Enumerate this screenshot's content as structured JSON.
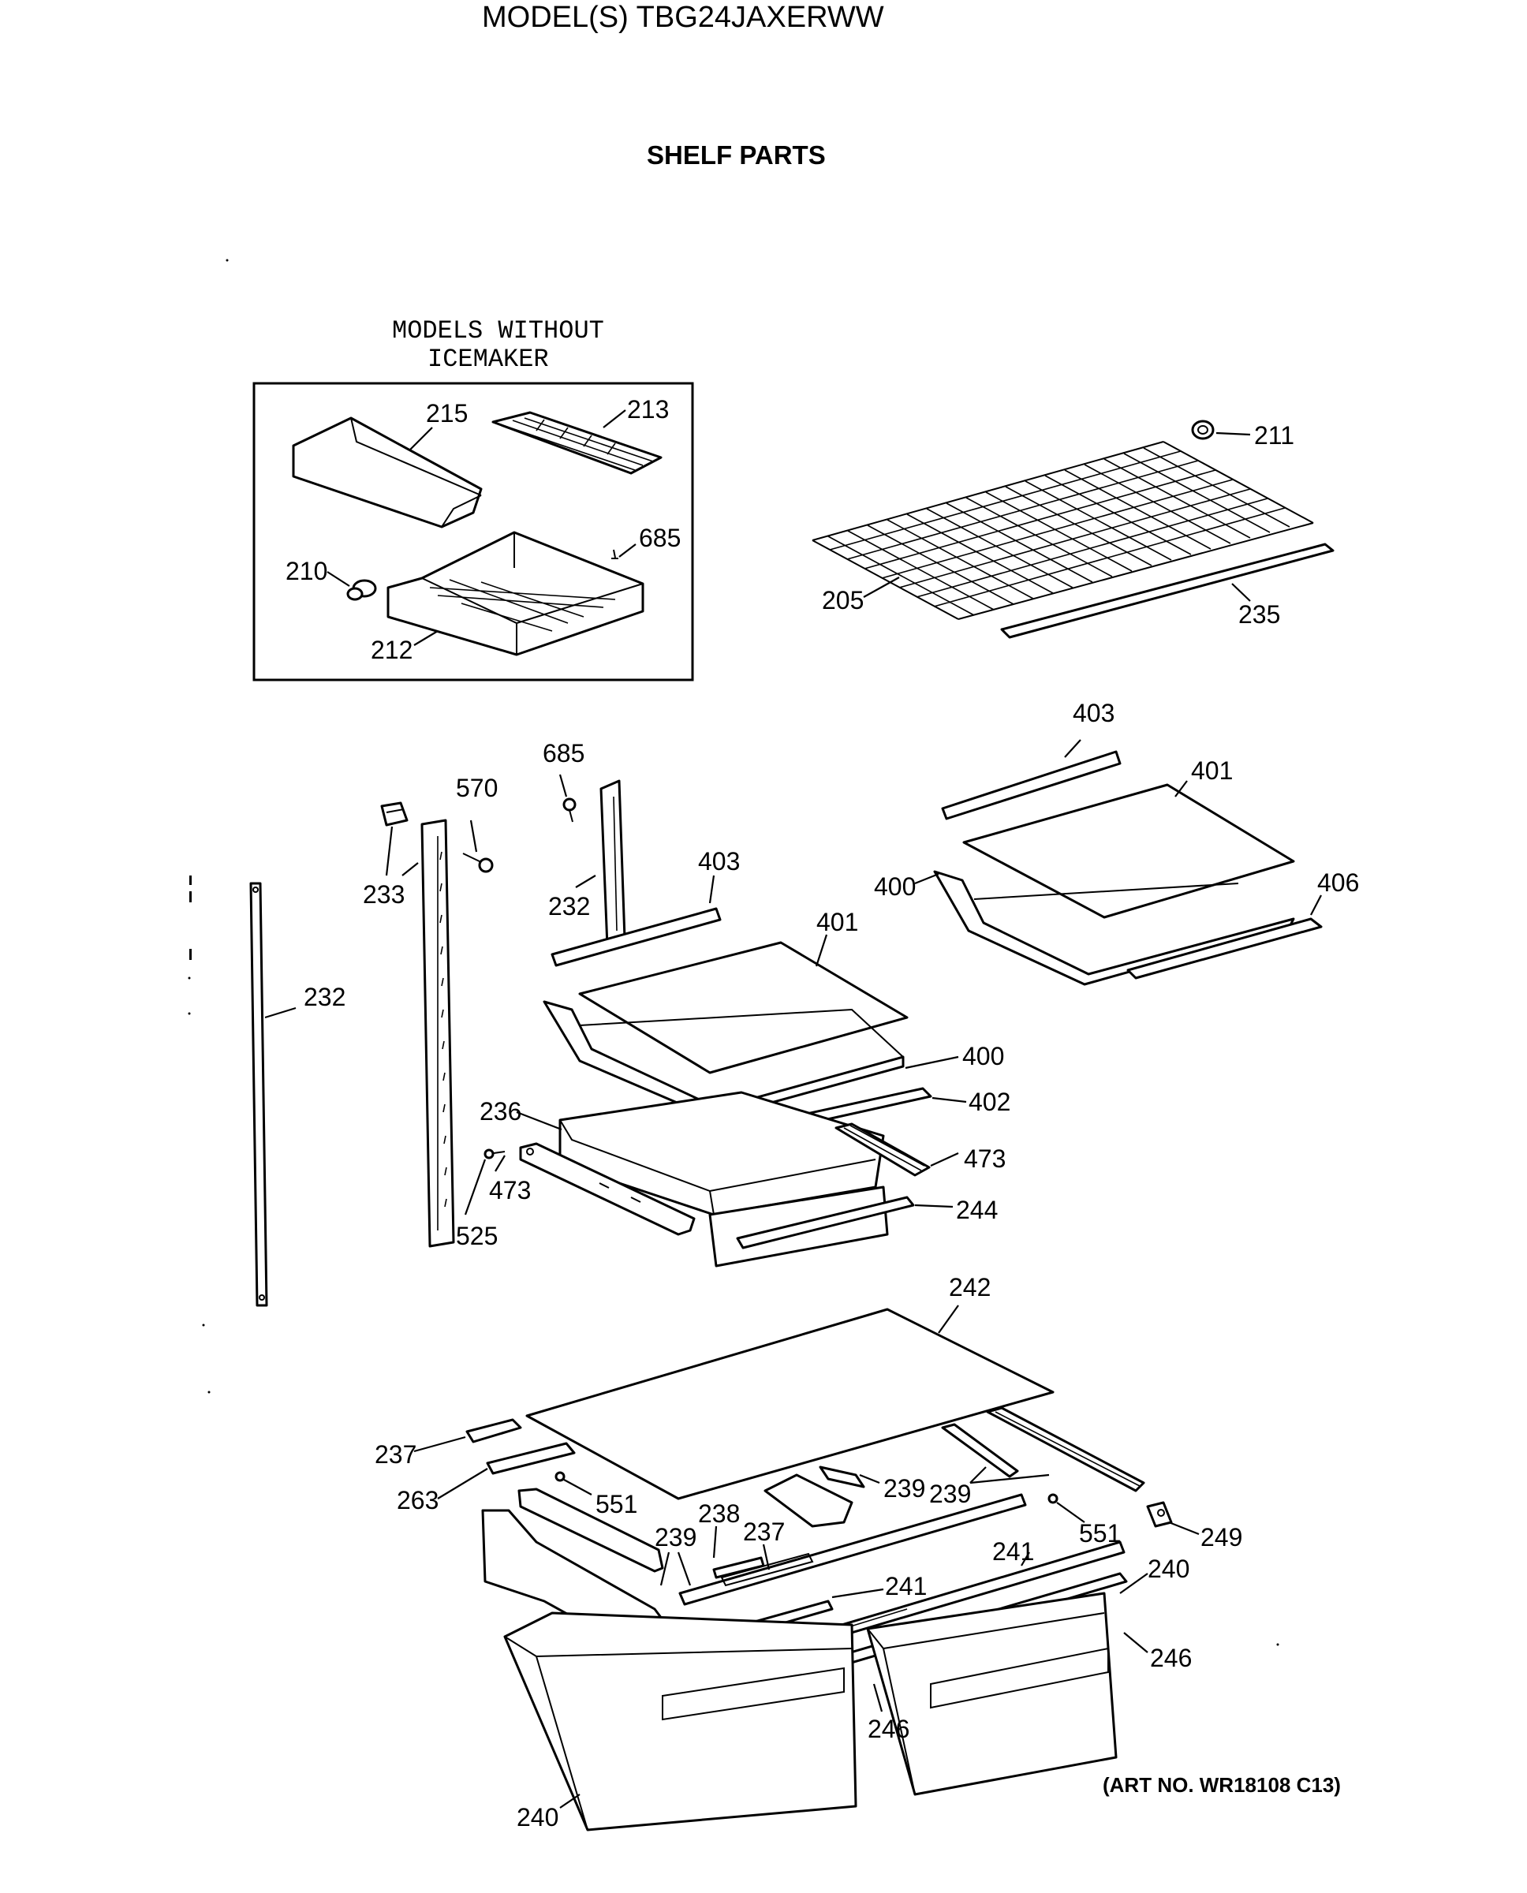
{
  "header": {
    "model_title": "MODEL(S) TBG24JAXERWW",
    "section_title": "SHELF PARTS"
  },
  "inset": {
    "caption_line1": "MODELS WITHOUT",
    "caption_line2": "ICEMAKER"
  },
  "callouts": [
    {
      "id": "c215",
      "label": "215"
    },
    {
      "id": "c213",
      "label": "213"
    },
    {
      "id": "c685a",
      "label": "685"
    },
    {
      "id": "c210",
      "label": "210"
    },
    {
      "id": "c212",
      "label": "212"
    },
    {
      "id": "c211",
      "label": "211"
    },
    {
      "id": "c205",
      "label": "205"
    },
    {
      "id": "c235",
      "label": "235"
    },
    {
      "id": "c403a",
      "label": "403"
    },
    {
      "id": "c401a",
      "label": "401"
    },
    {
      "id": "c400a",
      "label": "400"
    },
    {
      "id": "c406",
      "label": "406"
    },
    {
      "id": "c685b",
      "label": "685"
    },
    {
      "id": "c570",
      "label": "570"
    },
    {
      "id": "c233",
      "label": "233"
    },
    {
      "id": "c232a",
      "label": "232"
    },
    {
      "id": "c403b",
      "label": "403"
    },
    {
      "id": "c401b",
      "label": "401"
    },
    {
      "id": "c232b",
      "label": "232"
    },
    {
      "id": "c400b",
      "label": "400"
    },
    {
      "id": "c402",
      "label": "402"
    },
    {
      "id": "c236",
      "label": "236"
    },
    {
      "id": "c473a",
      "label": "473"
    },
    {
      "id": "c473b",
      "label": "473"
    },
    {
      "id": "c244",
      "label": "244"
    },
    {
      "id": "c525",
      "label": "525"
    },
    {
      "id": "c242",
      "label": "242"
    },
    {
      "id": "c237a",
      "label": "237"
    },
    {
      "id": "c263",
      "label": "263"
    },
    {
      "id": "c551a",
      "label": "551"
    },
    {
      "id": "c239a",
      "label": "239"
    },
    {
      "id": "c239b",
      "label": "239"
    },
    {
      "id": "c249",
      "label": "249"
    },
    {
      "id": "c551b",
      "label": "551"
    },
    {
      "id": "c238",
      "label": "238"
    },
    {
      "id": "c237b",
      "label": "237"
    },
    {
      "id": "c239c",
      "label": "239"
    },
    {
      "id": "c241a",
      "label": "241"
    },
    {
      "id": "c240a",
      "label": "240"
    },
    {
      "id": "c241b",
      "label": "241"
    },
    {
      "id": "c246a",
      "label": "246"
    },
    {
      "id": "c246b",
      "label": "246"
    },
    {
      "id": "c240b",
      "label": "240"
    }
  ],
  "footer": {
    "art_number": "(ART NO. WR18108 C13)"
  }
}
